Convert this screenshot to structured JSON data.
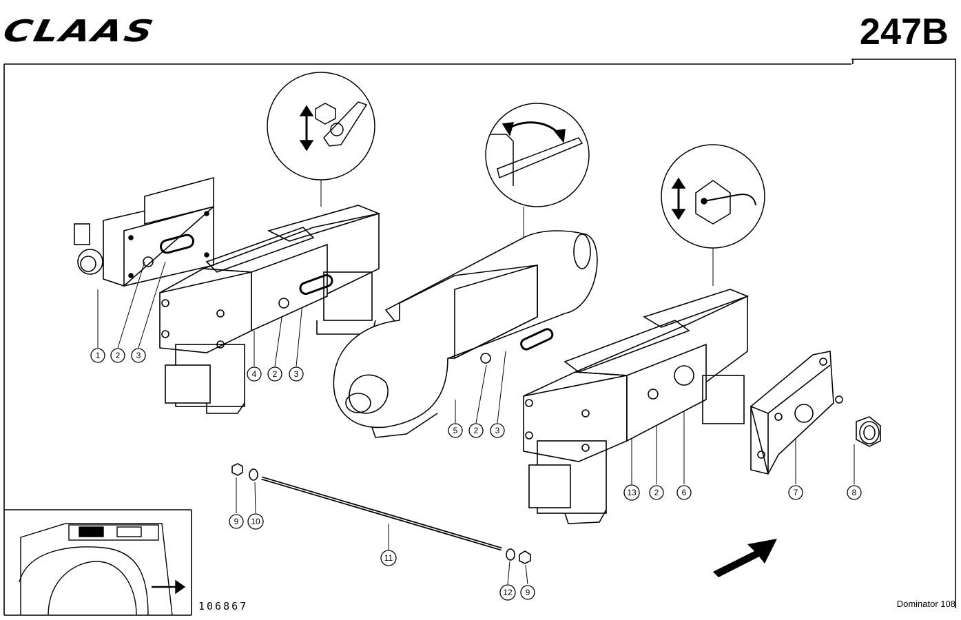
{
  "header": {
    "brand": "CLAAS",
    "plate_number": "247B"
  },
  "footer": {
    "drawing_number": "106867",
    "model": "Dominator 108"
  },
  "callouts": [
    {
      "key": "c1a",
      "label": "1"
    },
    {
      "key": "c2a",
      "label": "2"
    },
    {
      "key": "c3a",
      "label": "3"
    },
    {
      "key": "c4",
      "label": "4"
    },
    {
      "key": "c2b",
      "label": "2"
    },
    {
      "key": "c3b",
      "label": "3"
    },
    {
      "key": "c5",
      "label": "5"
    },
    {
      "key": "c2c",
      "label": "2"
    },
    {
      "key": "c3c",
      "label": "3"
    },
    {
      "key": "c13",
      "label": "13"
    },
    {
      "key": "c2d",
      "label": "2"
    },
    {
      "key": "c6",
      "label": "6"
    },
    {
      "key": "c7",
      "label": "7"
    },
    {
      "key": "c8",
      "label": "8"
    },
    {
      "key": "c9a",
      "label": "9"
    },
    {
      "key": "c10",
      "label": "10"
    },
    {
      "key": "c11",
      "label": "11"
    },
    {
      "key": "c12",
      "label": "12"
    },
    {
      "key": "c9b",
      "label": "9"
    }
  ]
}
